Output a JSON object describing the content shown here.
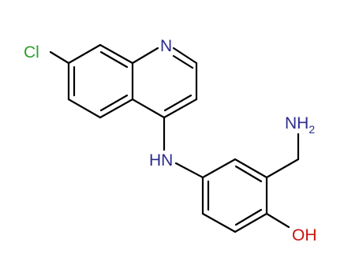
{
  "molecule": {
    "atoms": {
      "cl": {
        "label": "Cl",
        "color": "#2ca02c"
      },
      "n_ring": {
        "label": "N",
        "color": "#2b2b8f"
      },
      "n_amine": {
        "label": "HN",
        "color": "#2b2b8f"
      },
      "n_amino": {
        "label": "NH",
        "subscript": "2",
        "color": "#2b2b8f"
      },
      "o_hydroxyl": {
        "label": "OH",
        "color": "#cc1010"
      }
    },
    "bond_color": "#000000"
  }
}
